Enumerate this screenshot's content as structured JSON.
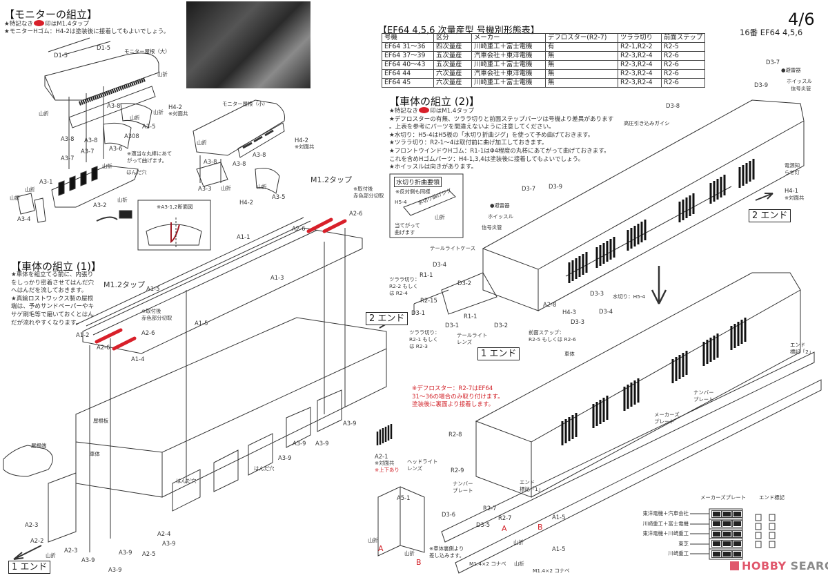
{
  "page": {
    "page_number": "4/6",
    "subtitle": "16番 EF64 4,5,6"
  },
  "monitor_section": {
    "title": "【モニターの組立】",
    "notes": [
      {
        "before": "★特記なき",
        "after": "印はM1.4タップ"
      },
      {
        "text": "★モニターHゴム：H4-2は塗装後に接着してもよいでしょう。"
      }
    ],
    "labels": {
      "d1_5_a": "D1-5",
      "d1_5_b": "D1-5",
      "roof_large": "モニター屋根（大）",
      "roof_small": "モニター屋根（小）",
      "fold": "山折",
      "h4_2": "H4-2",
      "opposite_side": "※対面共",
      "a3_1": "A3-1",
      "a3_2": "A3-2",
      "a3_3": "A3-3",
      "a3_4": "A3-4",
      "a3_5": "A3-5",
      "a3_6": "A3-6",
      "a3_7": "A3-7",
      "a3_8": "A3-8",
      "a308": "A308",
      "solder_hole": "はんだ穴",
      "round_bar_note_1": "※適当な丸棒にあて",
      "round_bar_note_2": "がって曲げます。",
      "cross_section": "※A3-1,2断面図"
    }
  },
  "spec_table": {
    "title": "【EF64 4,5,6 次量産型 号機別形態表】",
    "headers": [
      "号機",
      "区分",
      "メーカー",
      "デフロスター(R2-7)",
      "ツララ切り",
      "前面ステップ"
    ],
    "rows": [
      [
        "EF64 31〜36",
        "四次量産",
        "川崎重工＋富士電機",
        "有",
        "R2-1,R2-2",
        "R2-5"
      ],
      [
        "EF64 37〜39",
        "五次量産",
        "汽車会社＋東洋電機",
        "無",
        "R2-3,R2-4",
        "R2-6"
      ],
      [
        "EF64 40〜43",
        "五次量産",
        "川崎重工＋富士電機",
        "無",
        "R2-3,R2-4",
        "R2-6"
      ],
      [
        "EF64 44",
        "六次量産",
        "汽車会社＋東洋電機",
        "無",
        "R2-3,R2-4",
        "R2-6"
      ],
      [
        "EF64 45",
        "六次量産",
        "川崎重工＋富士電機",
        "無",
        "R2-3,R2-4",
        "R2-6"
      ]
    ]
  },
  "body_section_1": {
    "title": "【車体の組立 (1)】",
    "notes": [
      "★車体を組立てる前に、内張り",
      "をしっかり密着させてはんだ穴",
      "へはんだを流しておきます。",
      "★真鍮ロストワックス製の屋根",
      "端は、予めサンドペーパーやキ",
      "サゲ刷毛等で磨いておくとはん",
      "だが流れやすくなります。"
    ],
    "labels": {
      "m12_tap_a": "M1.2タップ",
      "m12_tap_b": "M1.2タップ",
      "cut_red_1": "※取付後",
      "cut_red_2": "赤色部分切取",
      "a1_1": "A1-1",
      "a1_2": "A1-2",
      "a1_3": "A1-3",
      "a1_4": "A1-4",
      "a1_5": "A1-5",
      "a2_1": "A2-1",
      "a2_2": "A2-2",
      "a2_3": "A2-3",
      "a2_4": "A2-4",
      "a2_5": "A2-5",
      "a2_6": "A2-6",
      "a3_9": "A3-9",
      "roof_plate": "屋根板",
      "roof_end": "屋根端",
      "body": "車体",
      "solder_hole": "はんだ穴",
      "fold": "山折",
      "opposite_side": "※対面共",
      "up_down": "※上下あり",
      "end_1": "1 エンド",
      "end_2": "2 エンド"
    }
  },
  "body_section_2": {
    "title": "【車体の組立 (2)】",
    "notes": [
      {
        "before": "★特記なき",
        "after": "印はM1.4タップ"
      },
      {
        "text": "★デフロスターの有無、ツララ切りと前面ステップパーツは号機より差異があります"
      },
      {
        "text": "。上表を参考にパーツを間違えないように注意してください。"
      },
      {
        "text": "★水切り：H5-4はH5板の「水切り折曲ジグ」を使って予め曲げておきます。"
      },
      {
        "text": "★ツララ切り：R2-1〜4は取付前に曲げ加工しておきます。"
      },
      {
        "text": "★フロントウインドウHゴム：R1-1はΦ4程度の丸棒にあてがって曲げておきます。"
      },
      {
        "text": "これを含めHゴムパーツ：H4-1,3,4は塗装後に接着してもよいでしょう。"
      },
      {
        "text": "★ホイッスルは向きがあります。"
      }
    ],
    "jig_box": {
      "title": "水切り折曲要領",
      "note": "※反対側も同様",
      "part": "H5-4",
      "jig": "水切り曲げジグ",
      "fold": "山折",
      "instruction_1": "当てがって",
      "instruction_2": "曲げます"
    },
    "labels": {
      "d3_1": "D3-1",
      "d3_2": "D3-2",
      "d3_3": "D3-3",
      "d3_4": "D3-4",
      "d3_5": "D3-5",
      "d3_6": "D3-6",
      "d3_7": "D3-7",
      "d3_8": "D3-8",
      "d3_9": "D3-9",
      "r1_1": "R1-1",
      "r2_15": "R2-15",
      "r2_7": "R2-7",
      "r2_8": "R2-8",
      "r2_9": "R2-9",
      "a2_8": "A2-8",
      "h4_1": "H4-1",
      "h4_3": "H4-3",
      "a5_1": "A5-1",
      "a1_5": "A1-5",
      "lightning_arrester": "●避雷器",
      "whistle": "ホイッスル",
      "signal_horn": "信号炎管",
      "hv_insulator": "高圧引き込みガイシ",
      "tail_light_case": "テールライトケース",
      "tail_light_lens_1": "テールライト",
      "tail_light_lens_2": "レンズ",
      "icicle_a_1": "ツララ切り：",
      "icicle_a_2": "R2-2 もしく",
      "icicle_a_3": "は R2-4",
      "icicle_b_1": "ツララ切り：",
      "icicle_b_2": "R2-1 もしく",
      "icicle_b_3": "は R2-3",
      "front_step_1": "前面ステップ：",
      "front_step_2": "R2-5 もしくは R2-6",
      "water_cut": "水切り：H5-4",
      "power_lamp_1": "電源知",
      "power_lamp_2": "らせ灯",
      "opposite_side": "※対面共",
      "body": "車体",
      "number_plate_1": "ナンバー",
      "number_plate_2": "プレート",
      "maker_plate_1": "メーカーズ",
      "maker_plate_2": "プレート",
      "end_mark_1_a": "エンド",
      "end_mark_1_b": "標記「1」",
      "end_mark_2_a": "エンド",
      "end_mark_2_b": "標記「2」",
      "headlight_1": "ヘッドライト",
      "headlight_2": "レンズ",
      "insert_note_1": "※車体裏側より",
      "insert_note_2": "差し込みます。",
      "screw": "M1.4×2 コナベ",
      "fold": "山折",
      "point_a": "A",
      "point_b": "B",
      "end_1": "1 エンド",
      "end_2": "2 エンド"
    },
    "defroster_note": [
      "※デフロスター：R2-7はEF64",
      "31〜36の場合のみ取り付けます。",
      "塗装後に裏面より接着します。"
    ]
  },
  "maker_plates": {
    "title": "メーカーズプレート",
    "end_marks_title": "エンド標記",
    "makers": [
      "東洋電機＋汽車会社",
      "川崎重工＋富士電機",
      "東洋電機＋川崎重工",
      "東芝",
      "川崎重工"
    ]
  },
  "watermark": {
    "brand_a": "HOBBY",
    "brand_b": " SEARCH"
  },
  "colors": {
    "accent_red": "#d8202a",
    "line": "#333333",
    "logo_pink": "#e0566b"
  }
}
